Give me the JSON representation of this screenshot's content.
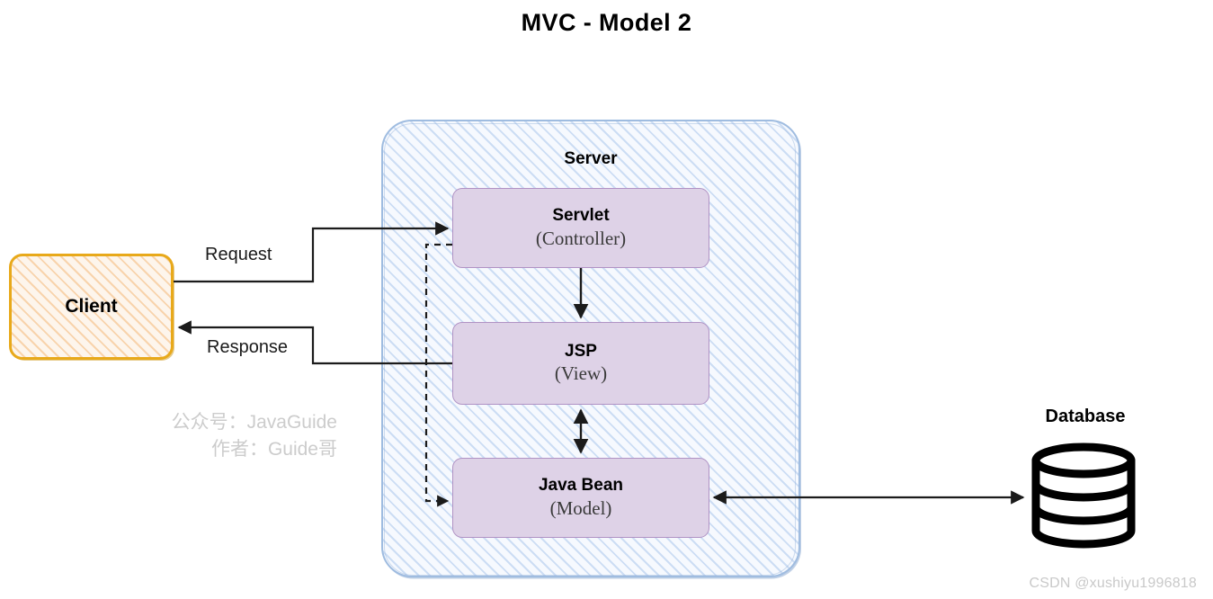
{
  "title": "MVC  - Model 2",
  "server": {
    "label": "Server",
    "fill_color": "#f6f9fe",
    "hatch_color": "#aac6eb",
    "border_color": "#9fbce0"
  },
  "client": {
    "label": "Client",
    "fill_color": "#fdf5ec",
    "hatch_color": "#f6c896",
    "border_color": "#e8a91a"
  },
  "mvc_boxes": [
    {
      "name": "servlet",
      "title": "Servlet",
      "subtitle": "(Controller)"
    },
    {
      "name": "jsp",
      "title": "JSP",
      "subtitle": "(View)"
    },
    {
      "name": "bean",
      "title": "Java Bean",
      "subtitle": "(Model)"
    }
  ],
  "mvc_box_colors": {
    "fill": "#ded2e7",
    "border": "#b092c4"
  },
  "edges": {
    "request_label": "Request",
    "response_label": "Response"
  },
  "database": {
    "label": "Database",
    "icon": "database-cylinder-icon"
  },
  "watermarks": {
    "javaguide_line1": "公众号：JavaGuide",
    "javaguide_line2": "作者：Guide哥",
    "csdn": "CSDN @xushiyu1996818"
  }
}
